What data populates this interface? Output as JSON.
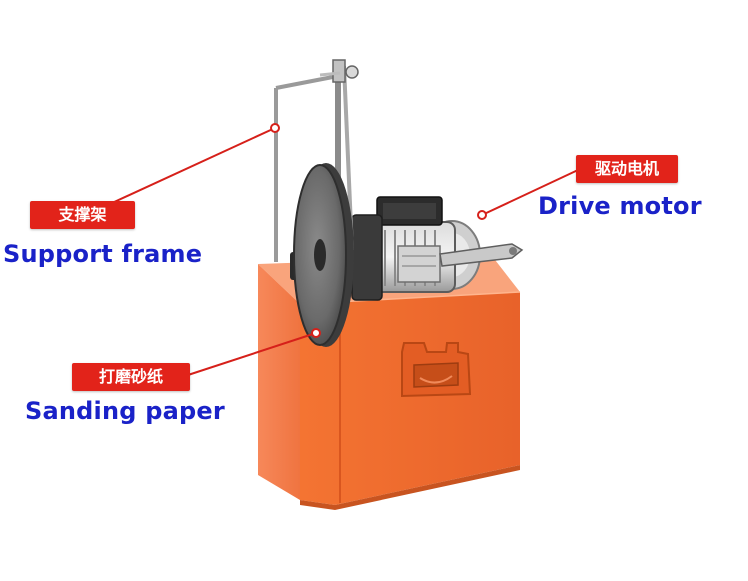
{
  "labels": {
    "support_frame": {
      "cn": "支撑架",
      "en": "Support frame"
    },
    "sanding_paper": {
      "cn": "打磨砂纸",
      "en": "Sanding paper"
    },
    "drive_motor": {
      "cn": "驱动电机",
      "en": "Drive motor"
    }
  },
  "colors": {
    "cn_label_bg": "#e2231a",
    "en_label_text": "#1a22c8",
    "callout_line": "#d6201a",
    "machine_box": "#f26c2c"
  }
}
